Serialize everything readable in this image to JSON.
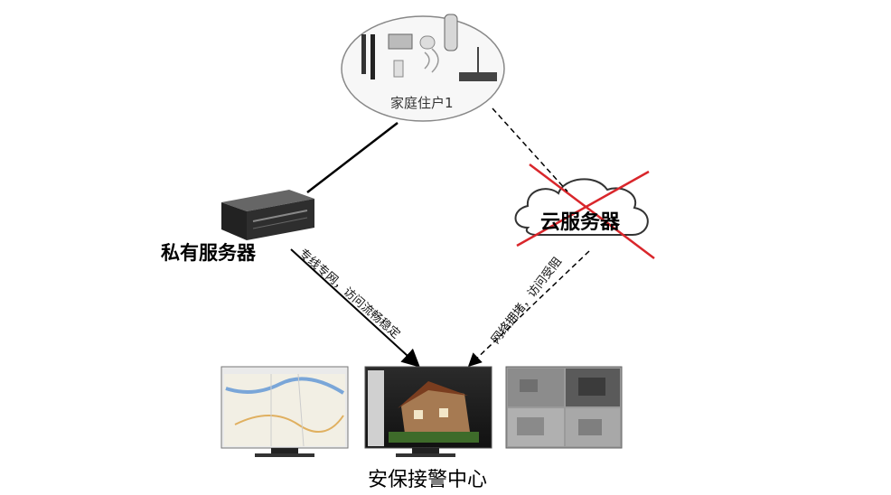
{
  "home": {
    "label": "家庭住户1"
  },
  "private_server": {
    "label": "私有服务器"
  },
  "cloud_server": {
    "label": "云服务器"
  },
  "links": {
    "private_to_center": "专线专网，访问流畅稳定",
    "cloud_to_center": "网络拥堵，访问受阻"
  },
  "security_center": {
    "label": "安保接警中心"
  },
  "colors": {
    "cross": "#d9262b",
    "line": "#000000"
  }
}
